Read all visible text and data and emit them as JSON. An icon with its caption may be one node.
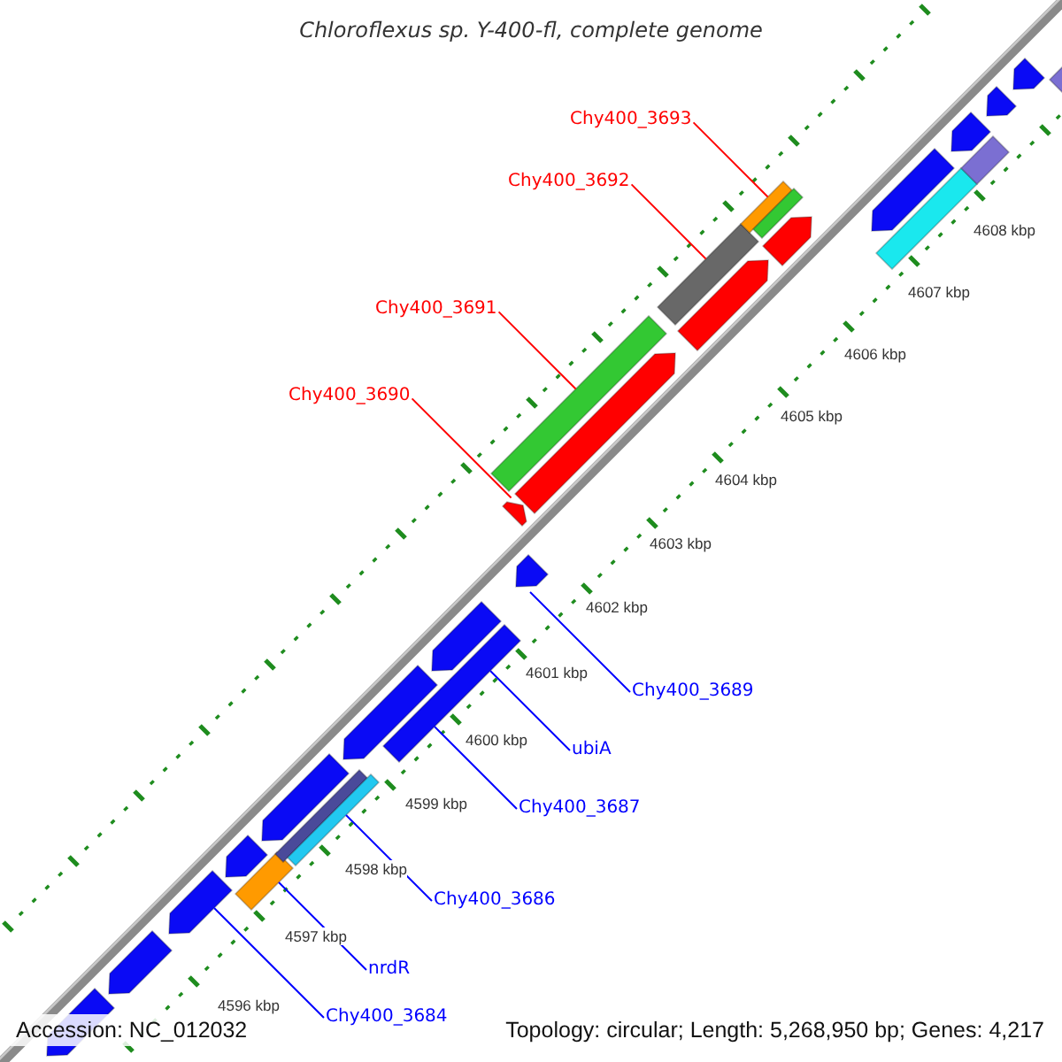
{
  "diagram": {
    "title": "Chloroflexus sp. Y-400-fl, complete genome",
    "nodes": [
      {
        "text": [
          "Chy400_3693"
        ]
      },
      {
        "text": [
          "Chy400_3692"
        ]
      },
      {
        "text": [
          "Chy400_3691"
        ]
      },
      {
        "text": [
          "Chy400_3690"
        ]
      },
      {
        "text": [
          "Chy400_3689"
        ]
      },
      {
        "text": [
          "ubiA"
        ]
      },
      {
        "text": [
          "Chy400_3687"
        ]
      },
      {
        "text": [
          "Chy400_3686"
        ]
      },
      {
        "text": [
          "nrdR"
        ]
      },
      {
        "text": [
          "Chy400_3684"
        ]
      },
      {
        "text": [],
        "shape": "pentagon"
      },
      {
        "text": [],
        "shape": "pentagon"
      },
      {
        "text": [],
        "shape": "pentagon"
      },
      {
        "text": [],
        "shape": "bar"
      },
      {
        "text": [],
        "shape": "pentagon"
      },
      {
        "text": [],
        "shape": "bar"
      },
      {
        "text": [],
        "shape": "pentagon"
      },
      {
        "text": [],
        "shape": "bar"
      },
      {
        "text": [],
        "shape": "pentagon"
      },
      {
        "text": [],
        "shape": "bar"
      },
      {
        "text": [],
        "shape": "pentagon"
      },
      {
        "text": [],
        "shape": "pentagon"
      },
      {
        "text": [],
        "shape": "pentagon"
      },
      {
        "text": [],
        "shape": "bar"
      },
      {
        "text": [],
        "shape": "pentagon"
      },
      {
        "text": [],
        "shape": "pentagon"
      },
      {
        "text": [],
        "shape": "bar"
      },
      {
        "text": [],
        "shape": "bar"
      },
      {
        "text": [],
        "shape": "pentagon"
      },
      {
        "text": [],
        "shape": "bar"
      },
      {
        "text": [],
        "shape": "bar"
      },
      {
        "text": [],
        "shape": "pentagon"
      },
      {
        "text": [],
        "shape": "bar"
      },
      {
        "text": [],
        "shape": "pentagon"
      },
      {
        "text": [],
        "shape": "pentagon"
      },
      {
        "text": [],
        "shape": "bar"
      },
      {
        "text": [],
        "shape": "pentagon"
      }
    ],
    "edges": [
      {
        "from": 0,
        "to": 27,
        "arrow": "none",
        "color": "#ff0000"
      },
      {
        "from": 1,
        "to": 26,
        "arrow": "none",
        "color": "#ff0000"
      },
      {
        "from": 2,
        "to": 23,
        "arrow": "none",
        "color": "#ff0000"
      },
      {
        "from": 3,
        "to": 22,
        "arrow": "none",
        "color": "#ff0000"
      },
      {
        "from": 4,
        "to": 21,
        "arrow": "none"
      },
      {
        "from": 5,
        "to": 19,
        "arrow": "none"
      },
      {
        "from": 6,
        "to": 19,
        "arrow": "none"
      },
      {
        "from": 7,
        "to": 17,
        "arrow": "none"
      },
      {
        "from": 8,
        "to": 13,
        "arrow": "none"
      },
      {
        "from": 9,
        "to": 12,
        "arrow": "none"
      }
    ],
    "labels": [
      "4608 kbp",
      "4607 kbp",
      "4606 kbp",
      "4605 kbp",
      "4604 kbp",
      "4603 kbp",
      "4602 kbp",
      "4601 kbp",
      "4600 kbp",
      "4599 kbp",
      "4598 kbp",
      "4597 kbp",
      "4596 kbp",
      "Accession: NC_012032",
      "Topology: circular; Length: 5,268,950 bp; Genes: 4,217"
    ]
  }
}
